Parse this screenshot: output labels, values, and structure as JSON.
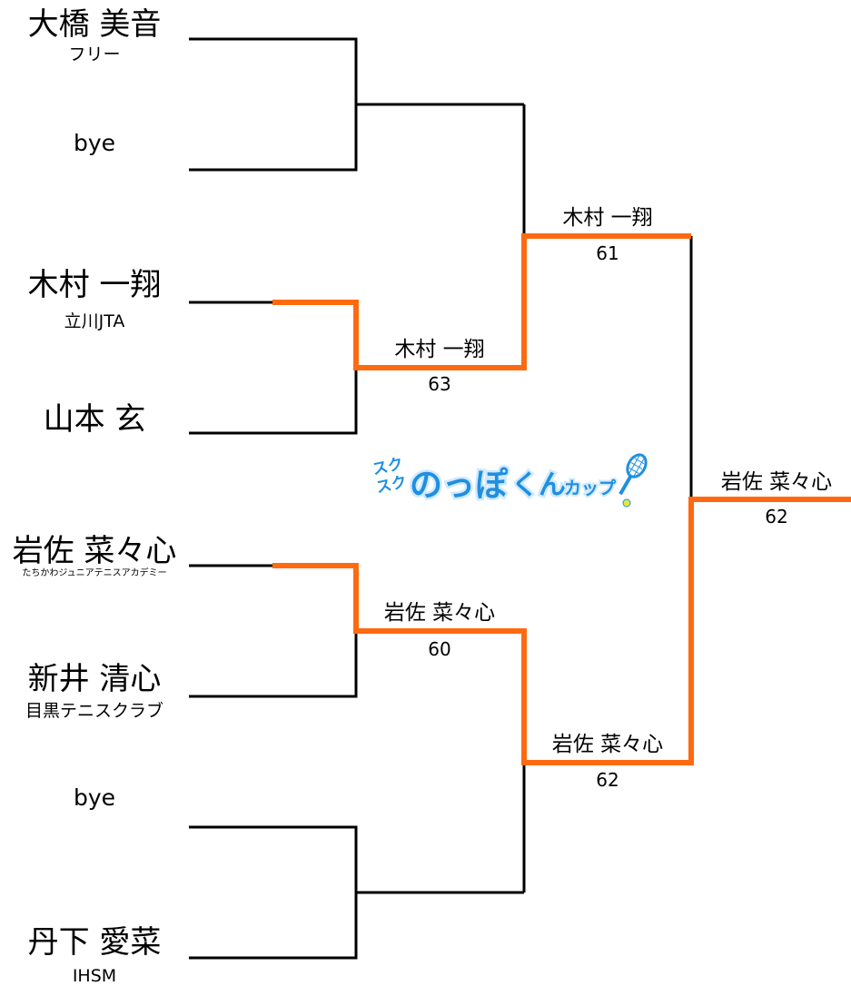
{
  "colors": {
    "line": "#000000",
    "highlight": "#ff6a10",
    "logo_blue": "#1f8fe0"
  },
  "players": [
    {
      "name": "大橋 美音",
      "club": "フリー"
    },
    {
      "name": "bye",
      "club": ""
    },
    {
      "name": "木村 一翔",
      "club": "立川JTA"
    },
    {
      "name": "山本 玄",
      "club": ""
    },
    {
      "name": "岩佐 菜々心",
      "club": "たちかわジュニアテニスアカデミー"
    },
    {
      "name": "新井 清心",
      "club": "目黒テニスクラブ"
    },
    {
      "name": "bye",
      "club": ""
    },
    {
      "name": "丹下 愛菜",
      "club": "IHSM"
    }
  ],
  "round2": [
    {
      "winner": "木村 一翔",
      "score": "63"
    },
    {
      "winner": "岩佐 菜々心",
      "score": "60"
    }
  ],
  "semis": [
    {
      "winner": "木村 一翔",
      "score": "61"
    },
    {
      "winner": "岩佐 菜々心",
      "score": "62"
    }
  ],
  "final": {
    "winner": "岩佐 菜々心",
    "score": "62"
  },
  "logo": {
    "text": "スクスクのっぽくんカップ",
    "icon": "tennis-racket-icon"
  }
}
